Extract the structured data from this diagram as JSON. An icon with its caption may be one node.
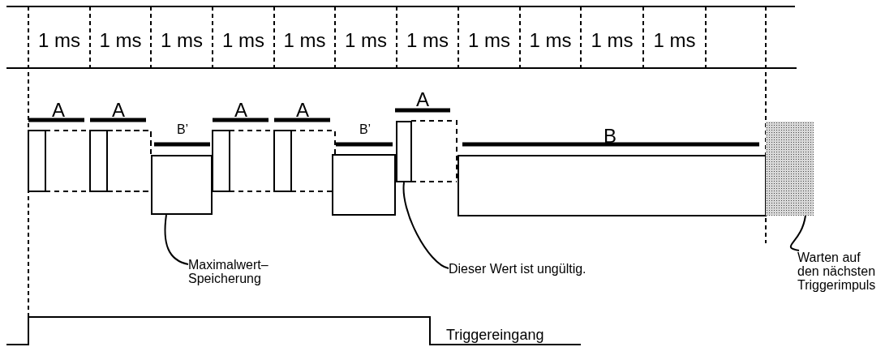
{
  "diagram": {
    "nodes": [
      {
        "text": [
          "Maximalwert– Speicherung"
        ]
      },
      {
        "text": [
          "Dieser Wert ist ungültig."
        ]
      },
      {
        "text": [
          "Warten auf den nächsten Triggerimpuls"
        ]
      },
      {
        "text": [],
        "shape": "box"
      },
      {
        "text": [],
        "shape": "box"
      },
      {
        "text": [],
        "shape": "box"
      }
    ],
    "edges": [
      {
        "from": 0,
        "to": 3,
        "arrow": "none"
      },
      {
        "from": 1,
        "to": 4,
        "arrow": "none"
      },
      {
        "from": 2,
        "to": 5,
        "arrow": "none"
      }
    ],
    "labels": [
      "1 ms",
      "1 ms",
      "1 ms",
      "1 ms",
      "1 ms",
      "1 ms",
      "1 ms",
      "1 ms",
      "1 ms",
      "1 ms",
      "1 ms",
      "A",
      "A",
      "B’",
      "A",
      "A",
      "B’",
      "A",
      "B",
      "Triggereingang"
    ]
  }
}
